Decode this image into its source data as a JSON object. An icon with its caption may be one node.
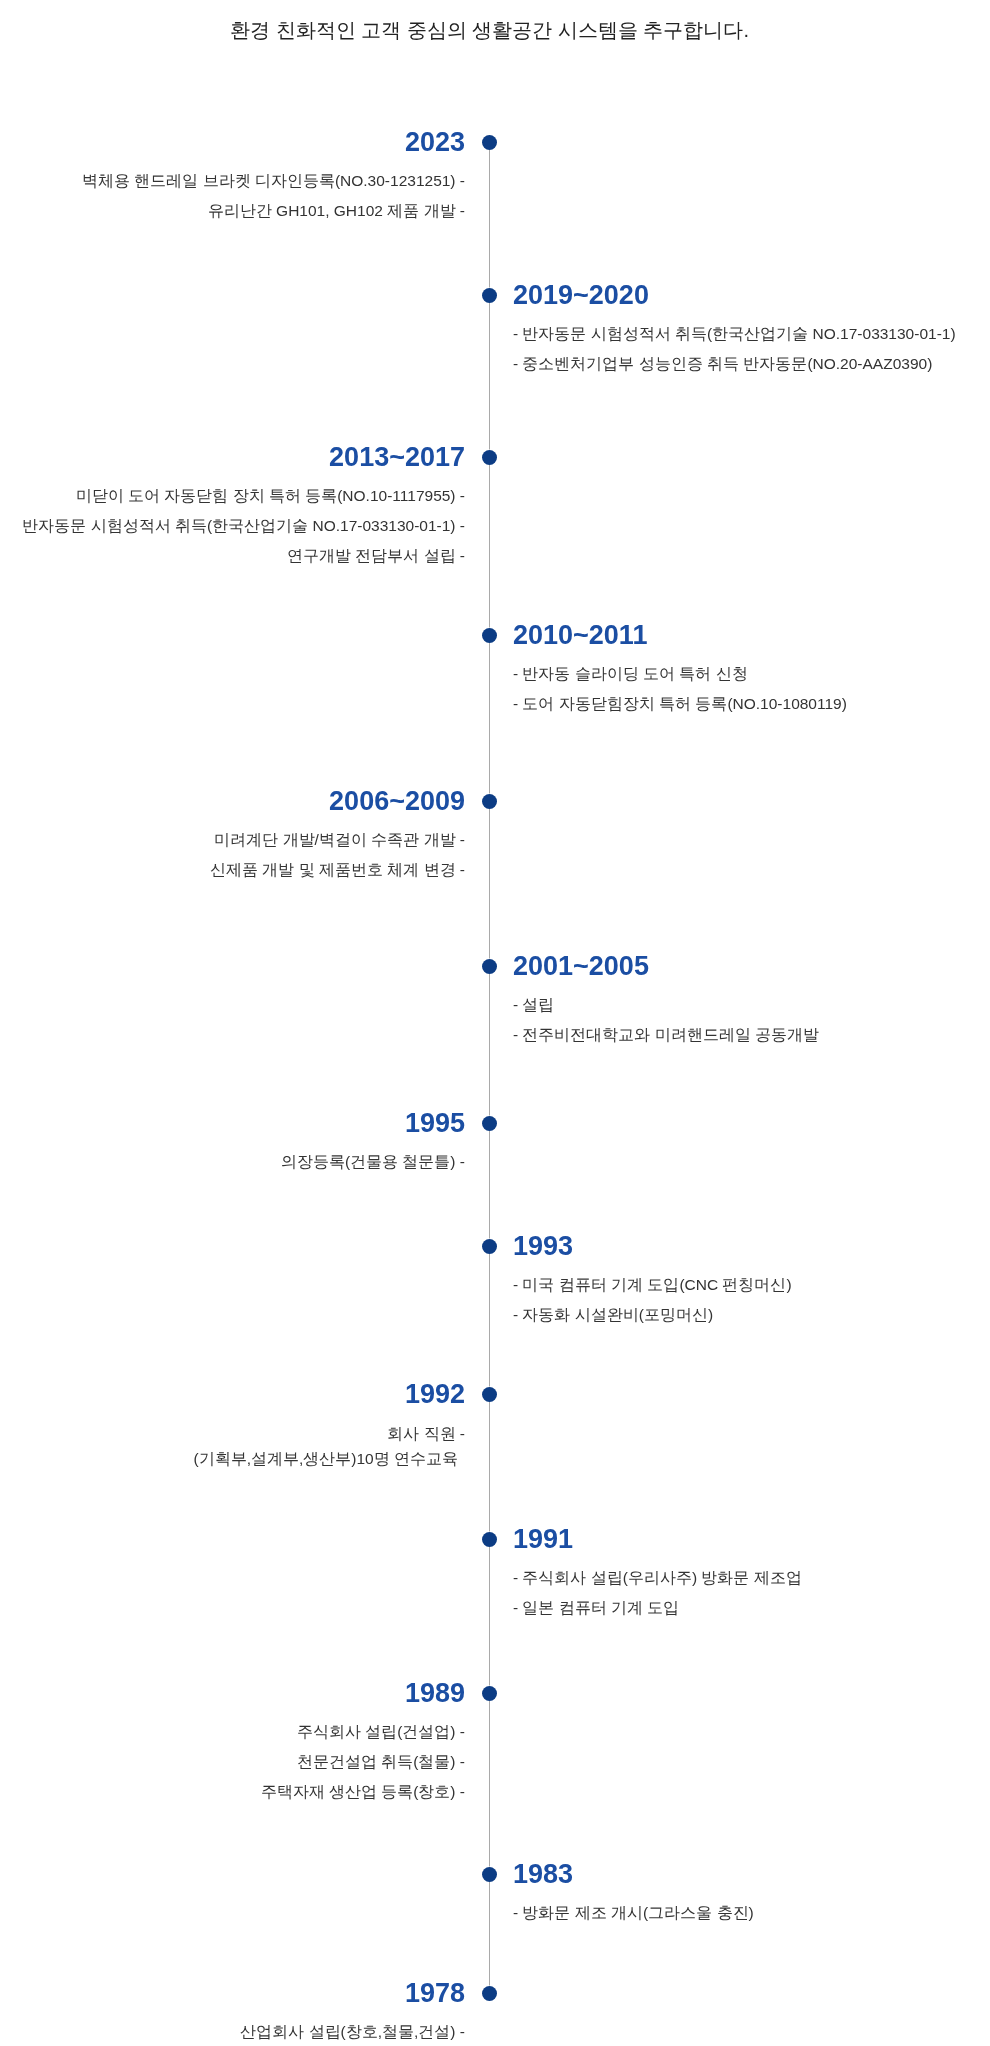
{
  "diagram": {
    "title": "환경 친화적인 고객 중심의 생활공간 시스템을 추구합니다.",
    "nodes": [
      {
        "text": [],
        "shape": "circle",
        "beside": [
          "2023",
          "벽체용 핸드레일 브라켓 디자인등록(NO.30-1231251) -",
          "유리난간 GH101, GH102 제품 개발 -"
        ]
      },
      {
        "text": [],
        "shape": "circle",
        "beside": [
          "2019~2020",
          "- 반자동문 시험성적서 취득(한국산업기술 NO.17-033130-01-1)",
          "- 중소벤처기업부 성능인증 취득 반자동문(NO.20-AAZ0390)"
        ]
      },
      {
        "text": [],
        "shape": "circle",
        "beside": [
          "2013~2017",
          "미닫이 도어 자동닫힘 장치 특허 등록(NO.10-1117955) -",
          "반자동문 시험성적서 취득(한국산업기술 NO.17-033130-01-1) -",
          "연구개발 전담부서 설립 -"
        ]
      },
      {
        "text": [],
        "shape": "circle",
        "beside": [
          "2010~2011",
          "- 반자동 슬라이딩 도어 특허 신청",
          "- 도어 자동닫힘장치 특허 등록(NO.10-1080119)"
        ]
      },
      {
        "text": [],
        "shape": "circle",
        "beside": [
          "2006~2009",
          "미려계단 개발/벽걸이 수족관 개발 -",
          "신제품 개발 및 제품번호 체계 변경 -"
        ]
      },
      {
        "text": [],
        "shape": "circle",
        "beside": [
          "2001~2005",
          "- 설립",
          "- 전주비전대학교와 미려핸드레일 공동개발"
        ]
      },
      {
        "text": [],
        "shape": "circle",
        "beside": [
          "1995",
          "의장등록(건물용 철문틀) -"
        ]
      },
      {
        "text": [],
        "shape": "circle",
        "beside": [
          "1993",
          "- 미국 컴퓨터 기계 도입(CNC 펀칭머신)",
          "- 자동화 시설완비(포밍머신)"
        ]
      },
      {
        "text": [],
        "shape": "circle",
        "beside": [
          "1992",
          "회사 직원 -",
          "(기획부,설계부,생산부)10명 연수교육"
        ]
      },
      {
        "text": [],
        "shape": "circle",
        "beside": [
          "1991",
          "- 주식회사 설립(우리사주) 방화문 제조업",
          "- 일본 컴퓨터 기계 도입"
        ]
      },
      {
        "text": [],
        "shape": "circle",
        "beside": [
          "1989",
          "주식회사 설립(건설업) -",
          "천문건설업 취득(철물) -",
          "주택자재 생산업 등록(창호) -"
        ]
      },
      {
        "text": [],
        "shape": "circle",
        "beside": [
          "1983",
          "- 방화문 제조 개시(그라스울 충진)"
        ]
      },
      {
        "text": [],
        "shape": "circle",
        "beside": [
          "1978",
          "산업회사 설립(창호,철물,건설) -"
        ]
      }
    ],
    "edges": [
      {
        "from": 0,
        "to": 1,
        "arrow": "none"
      },
      {
        "from": 1,
        "to": 2,
        "arrow": "none"
      },
      {
        "from": 2,
        "to": 3,
        "arrow": "none"
      },
      {
        "from": 3,
        "to": 4,
        "arrow": "none"
      },
      {
        "from": 4,
        "to": 5,
        "arrow": "none"
      },
      {
        "from": 5,
        "to": 6,
        "arrow": "none"
      },
      {
        "from": 6,
        "to": 7,
        "arrow": "none"
      },
      {
        "from": 7,
        "to": 8,
        "arrow": "none"
      },
      {
        "from": 8,
        "to": 9,
        "arrow": "none"
      },
      {
        "from": 9,
        "to": 10,
        "arrow": "none"
      },
      {
        "from": 10,
        "to": 11,
        "arrow": "none"
      },
      {
        "from": 11,
        "to": 12,
        "arrow": "none"
      }
    ]
  }
}
